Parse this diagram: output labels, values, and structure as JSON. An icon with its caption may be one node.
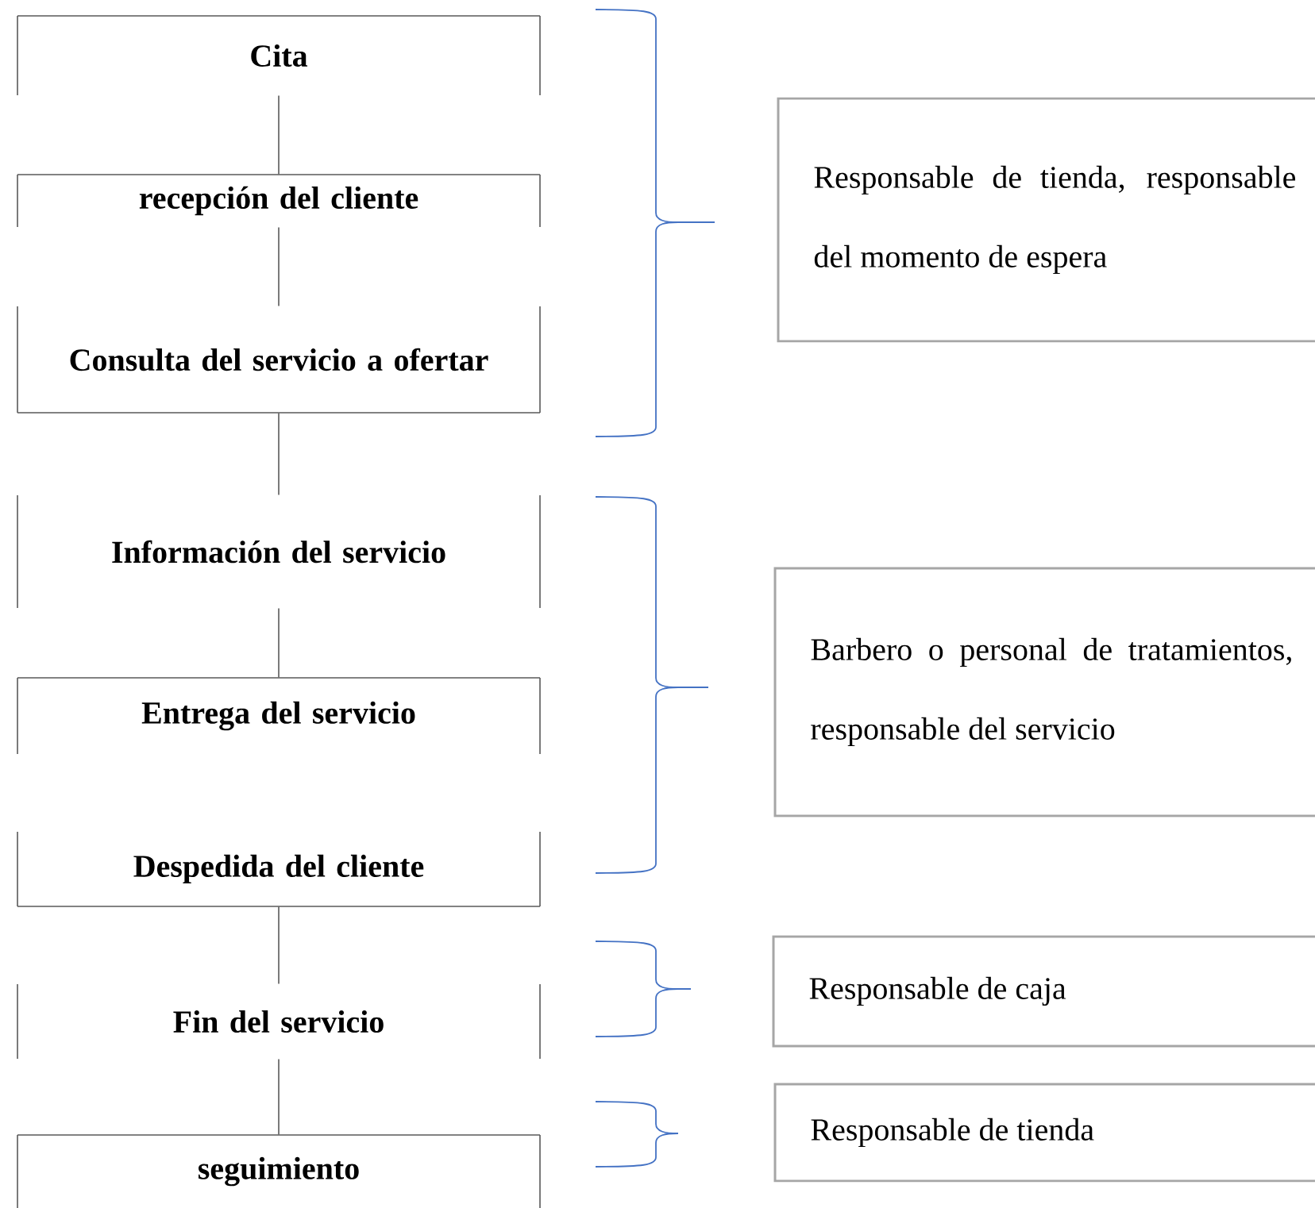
{
  "diagram": {
    "nodes": [
      {
        "text": [
          "Cita"
        ]
      },
      {
        "text": [
          "recepción del cliente"
        ]
      },
      {
        "text": [
          "Consulta del servicio a ofertar"
        ]
      },
      {
        "text": [
          "Información del servicio"
        ]
      },
      {
        "text": [
          "Entrega del servicio"
        ]
      },
      {
        "text": [
          "Despedida del cliente"
        ]
      },
      {
        "text": [
          "Fin del servicio"
        ]
      },
      {
        "text": [
          "seguimiento"
        ]
      },
      {
        "text": [
          "Responsable de tienda, responsable del momento de espera"
        ]
      },
      {
        "text": [
          "Barbero o personal de tratamientos, responsable del servicio"
        ]
      },
      {
        "text": [
          "Responsable de caja"
        ]
      },
      {
        "text": [
          "Responsable de tienda"
        ]
      }
    ],
    "edges": [
      {
        "from": 0,
        "to": 1,
        "arrow": "none"
      },
      {
        "from": 1,
        "to": 2,
        "arrow": "none"
      },
      {
        "from": 2,
        "to": 3,
        "arrow": "none"
      },
      {
        "from": 3,
        "to": 4,
        "arrow": "none"
      },
      {
        "from": 5,
        "to": 6,
        "arrow": "none"
      },
      {
        "from": 6,
        "to": 7,
        "arrow": "none"
      }
    ]
  }
}
